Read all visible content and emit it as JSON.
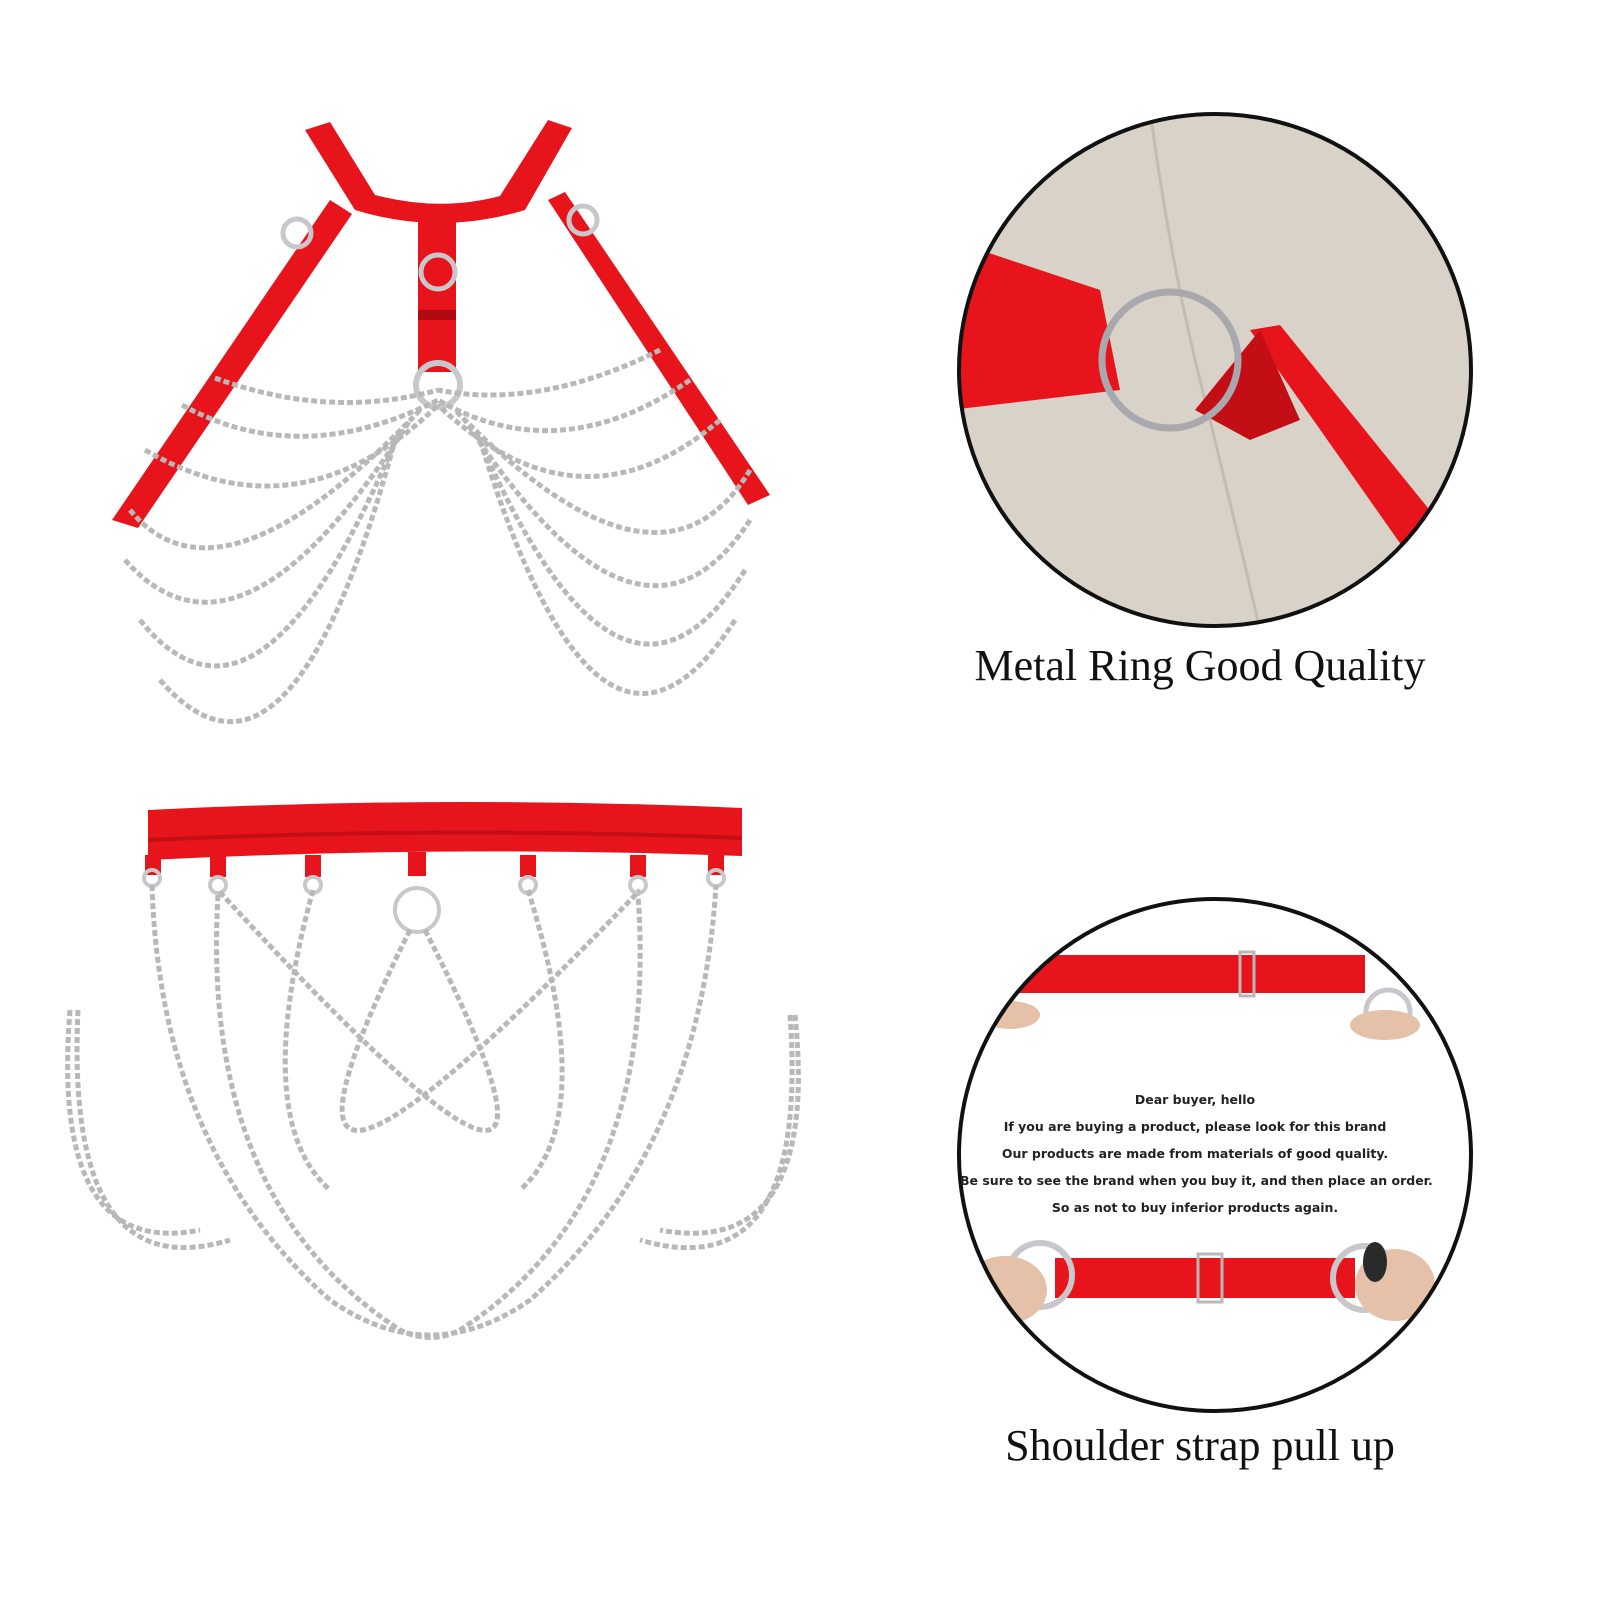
{
  "colors": {
    "strap": "#e8141c",
    "strap_dark": "#b00a12",
    "chain": "#b8b8b8",
    "ring": "#c8c8cc",
    "fabric": "#d8d2c8"
  },
  "captions": {
    "detail_top": "Metal Ring Good Quality",
    "detail_bottom": "Shoulder strap pull up"
  },
  "notice": {
    "lines": [
      "Dear buyer, hello",
      "If you are buying a product, please look for this brand",
      "Our products are made from materials of good quality.",
      "Be sure to see the brand when you buy it, and then place an order.",
      "So as not to buy inferior products again."
    ]
  }
}
